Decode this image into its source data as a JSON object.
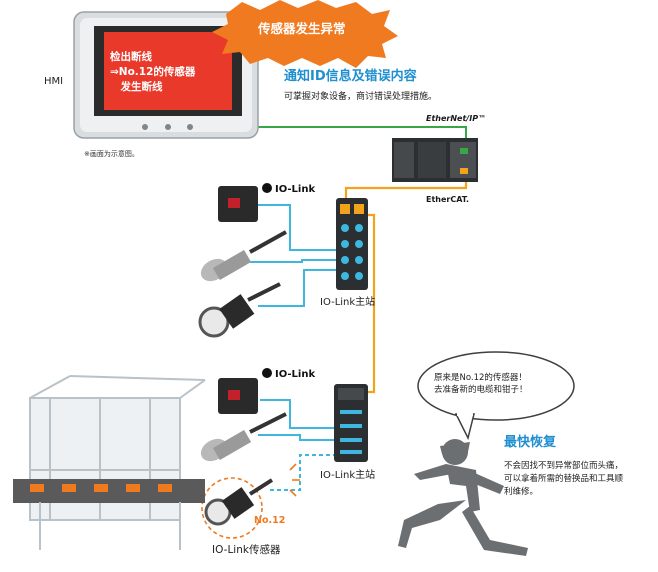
{
  "hmi": {
    "label": "HMI",
    "screen_lines": [
      "检出断线",
      "⇒No.12的传感器",
      "　发生断线"
    ],
    "note": "※画面为示意图。"
  },
  "alert_burst": "传感器发生异常",
  "notify": {
    "title": "通知ID信息及错误内容",
    "desc": "可掌握对象设备，商讨错误处理措施。"
  },
  "networks": {
    "ethernet_ip": "EtherNet/IP™",
    "ethercat": "EtherCAT."
  },
  "io_link_logo_1": "IO-Link",
  "io_link_logo_2": "IO-Link",
  "master_1": "IO-Link主站",
  "master_2": "IO-Link主站",
  "sensor_tag": "No.12",
  "sensor_caption": "IO-Link传感器",
  "speech": [
    "原来是No.12的传感器！",
    "去准备新的电缆和钳子！"
  ],
  "recovery": {
    "title": "最快恢复",
    "desc": [
      "不会因找不到异常部位而头痛，",
      "可以拿着所需的替换品和工具顺",
      "利维修。"
    ]
  },
  "colors": {
    "accent_blue": "#1f8fd0",
    "cable_cyan": "#3fb6e0",
    "cable_orange": "#f2a31b",
    "cable_green": "#3aa64a",
    "burst_orange": "#f07a20",
    "screen_red": "#e8392b"
  }
}
